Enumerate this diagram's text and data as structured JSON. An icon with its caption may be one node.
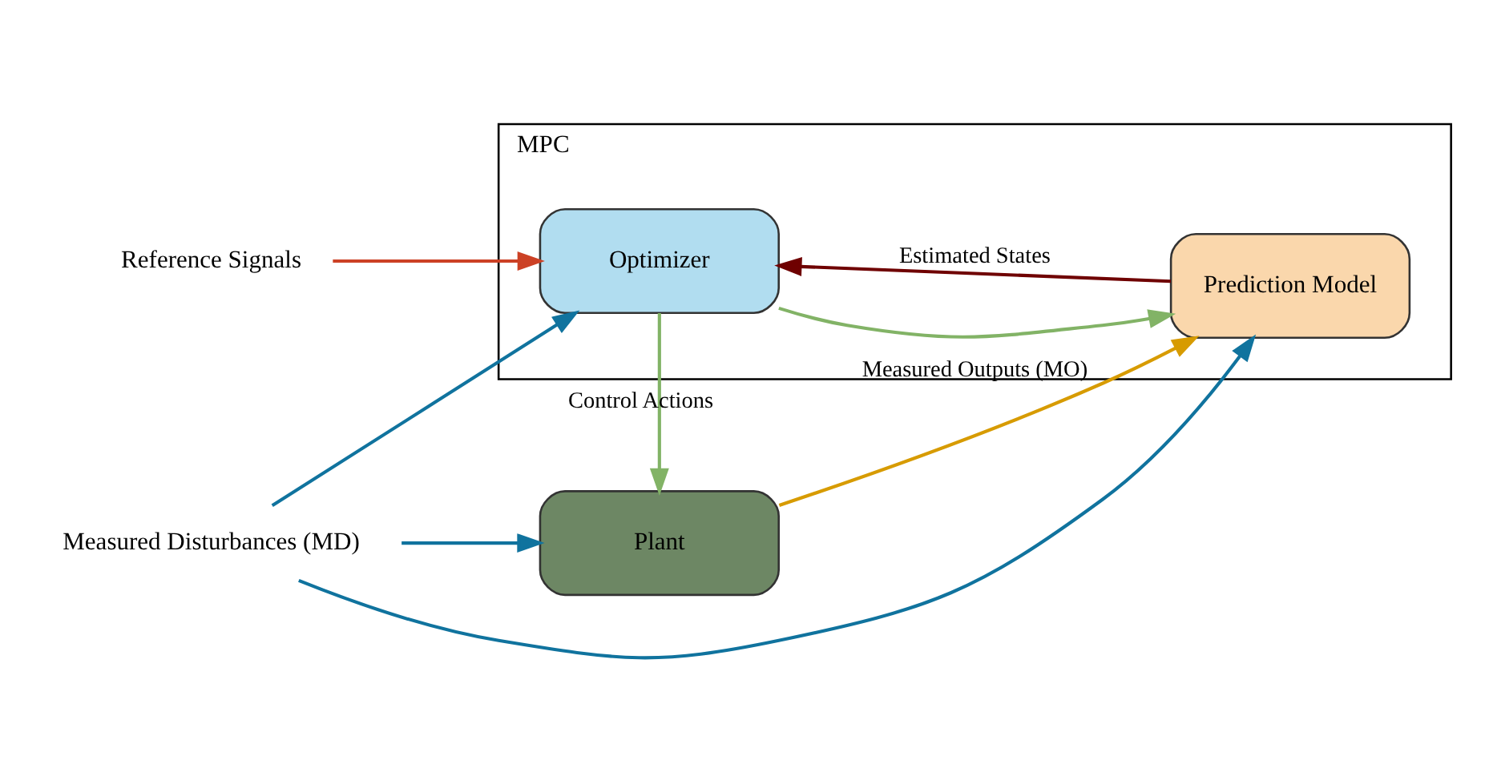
{
  "diagram": {
    "nodes": [
      {
        "text": [
          "MPC"
        ]
      },
      {
        "text": [
          "Optimizer"
        ],
        "in": 0
      },
      {
        "text": [
          "Prediction Model"
        ],
        "in": 0
      },
      {
        "text": [
          "Plant"
        ]
      },
      {
        "text": [
          "Reference Signals"
        ]
      },
      {
        "text": [
          "Measured Disturbances (MD)"
        ]
      }
    ],
    "edges": [
      {
        "from": 4,
        "to": 1,
        "arrow": "to",
        "color": "#cc4125"
      },
      {
        "from": 1,
        "to": 3,
        "arrow": "to",
        "label": "Control Actions",
        "color": "#82b366"
      },
      {
        "from": 1,
        "to": 2,
        "arrow": "to",
        "color": "#82b366"
      },
      {
        "from": 5,
        "to": 1,
        "arrow": "to",
        "color": "#10739e"
      },
      {
        "from": 5,
        "to": 3,
        "arrow": "to",
        "color": "#10739e"
      },
      {
        "from": 5,
        "to": 2,
        "arrow": "to",
        "color": "#10739e"
      },
      {
        "from": 3,
        "to": 2,
        "arrow": "to",
        "label": "Measured Outputs (MO)",
        "color": "#d79b00"
      },
      {
        "from": 2,
        "to": 1,
        "arrow": "to",
        "label": "Estimated States",
        "color": "#6f0000"
      }
    ]
  }
}
